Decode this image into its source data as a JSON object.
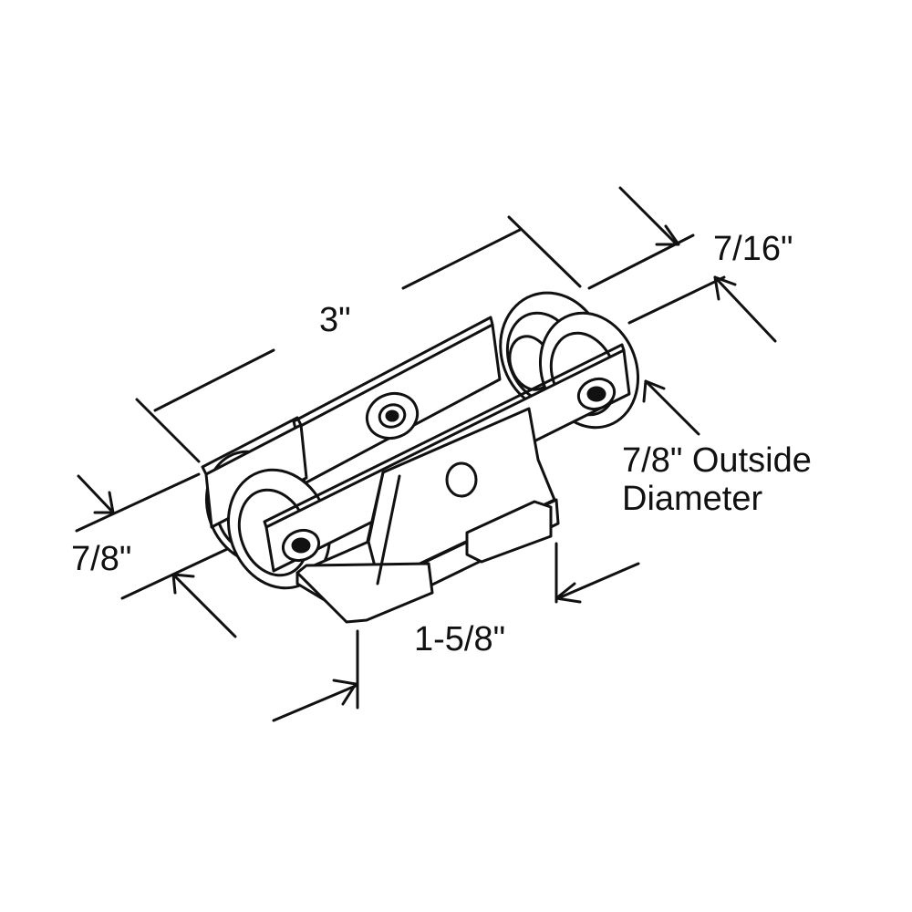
{
  "diagram": {
    "dimensions": {
      "length": "3\"",
      "wheel_width": "7/16\"",
      "wheel_outside_diameter_line1": "7/8\" Outside",
      "wheel_outside_diameter_line2": "Diameter",
      "height": "7/8\"",
      "bracket_width": "1-5/8\""
    },
    "colors": {
      "ink": "#111111",
      "background": "#ffffff",
      "fill": "#ffffff"
    }
  }
}
